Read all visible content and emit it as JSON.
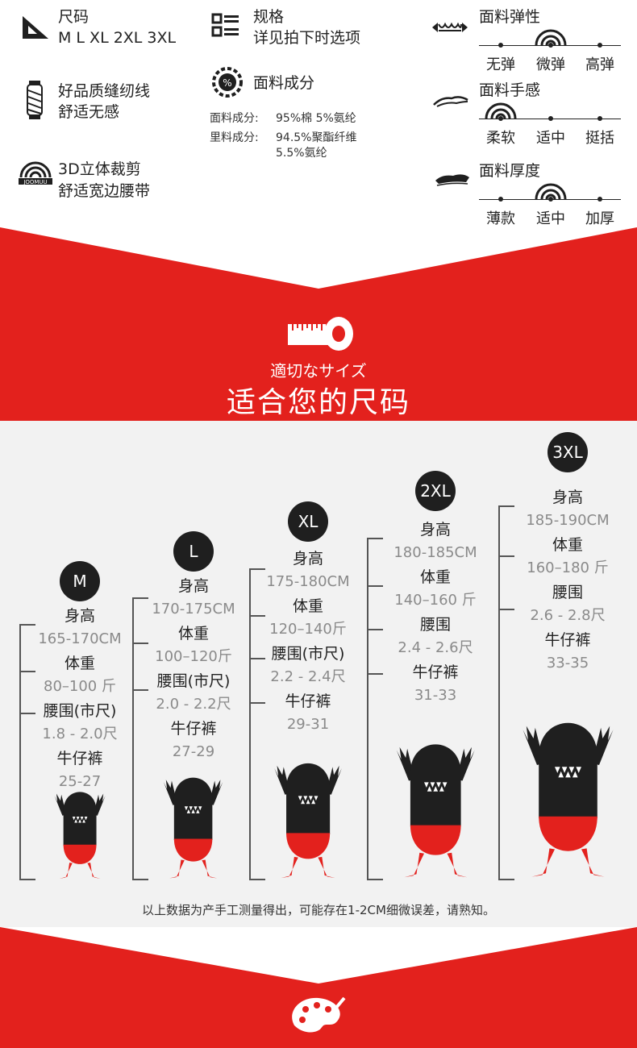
{
  "specs": {
    "size": {
      "label": "尺码",
      "value": "M L XL 2XL 3XL"
    },
    "spec": {
      "label": "规格",
      "value": "详见拍下时选项"
    },
    "thread": {
      "line1": "好品质缝纫线",
      "line2": "舒适无感"
    },
    "composition": {
      "label": "面料成分",
      "outer_label": "面料成分:",
      "outer_value": "95%棉 5%氨纶",
      "lining_label": "里料成分:",
      "lining_value1": "94.5%聚酯纤维",
      "lining_value2": "5.5%氨纶",
      "icon_text": "%"
    },
    "cut": {
      "line1": "3D立体裁剪",
      "line2": "舒适宽边腰带",
      "logo_text": "JOOMUU"
    }
  },
  "scales": [
    {
      "title": "面料弹性",
      "levels": [
        "无弹",
        "微弹",
        "高弹"
      ],
      "selected": 1
    },
    {
      "title": "面料手感",
      "levels": [
        "柔软",
        "适中",
        "挺括"
      ],
      "selected": 0
    },
    {
      "title": "面料厚度",
      "levels": [
        "薄款",
        "适中",
        "加厚"
      ],
      "selected": 1
    }
  ],
  "banner": {
    "subtitle": "適切なサイズ",
    "title": "适合您的尺码"
  },
  "sizes": [
    {
      "size": "M",
      "height_label": "身高",
      "height": "165-170CM",
      "weight_label": "体重",
      "weight": "80–100 斤",
      "waist_label": "腰围(市尺)",
      "waist": "1.8 - 2.0尺",
      "jeans_label": "牛仔裤",
      "jeans": "25-27"
    },
    {
      "size": "L",
      "height_label": "身高",
      "height": "170-175CM",
      "weight_label": "体重",
      "weight": "100–120斤",
      "waist_label": "腰围(市尺)",
      "waist": "2.0 - 2.2尺",
      "jeans_label": "牛仔裤",
      "jeans": "27-29"
    },
    {
      "size": "XL",
      "height_label": "身高",
      "height": "175-180CM",
      "weight_label": "体重",
      "weight": "120–140斤",
      "waist_label": "腰围(市尺)",
      "waist": "2.2 - 2.4尺",
      "jeans_label": "牛仔裤",
      "jeans": "29-31"
    },
    {
      "size": "2XL",
      "height_label": "身高",
      "height": "180-185CM",
      "weight_label": "体重",
      "weight": "140–160 斤",
      "waist_label": "腰围",
      "waist": "2.4 - 2.6尺",
      "jeans_label": "牛仔裤",
      "jeans": "31-33"
    },
    {
      "size": "3XL",
      "height_label": "身高",
      "height": "185-190CM",
      "weight_label": "体重",
      "weight": "160–180 斤",
      "waist_label": "腰围",
      "waist": "2.6 - 2.8尺",
      "jeans_label": "牛仔裤",
      "jeans": "33-35"
    }
  ],
  "footnote": "以上数据为产手工测量得出，可能存在1-2CM细微误差，请熟知。",
  "colors": {
    "red": "#e3211d",
    "dark": "#1f1f1f",
    "gray_bg": "#f2f2f2"
  },
  "icons": [
    "ruler-triangle-icon",
    "spec-list-icon",
    "thread-spool-icon",
    "percent-gauge-icon",
    "arc-logo-icon",
    "stretch-icon",
    "hand-feel-icon",
    "thickness-icon",
    "tape-measure-icon",
    "palette-icon"
  ]
}
